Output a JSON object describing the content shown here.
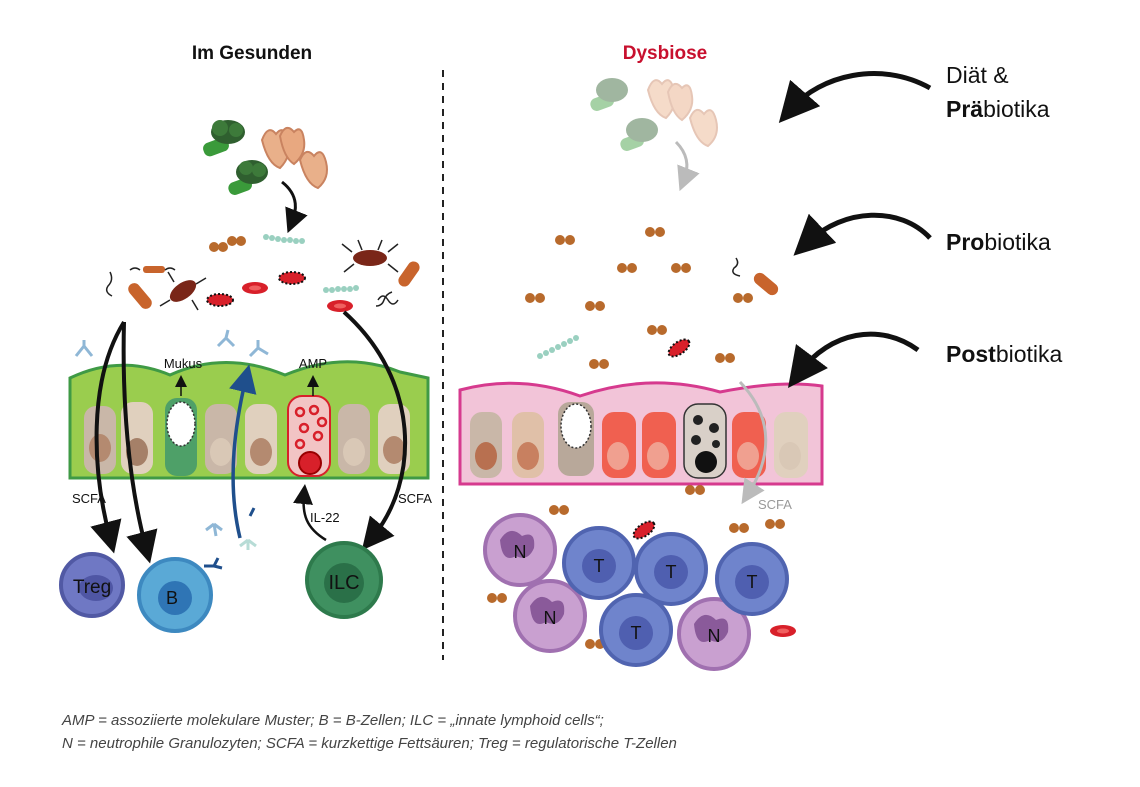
{
  "headings": {
    "healthy": "Im Gesunden",
    "dysbiosis": "Dysbiose"
  },
  "interventions": {
    "diet_line1": "Diät &",
    "diet_bold": "Prä",
    "diet_rest": "biotika",
    "pro_bold": "Pro",
    "pro_rest": "biotika",
    "post_bold": "Post",
    "post_rest": "biotika"
  },
  "labels": {
    "mucus": "Mukus",
    "amp": "AMP",
    "scfa": "SCFA",
    "il22": "IL-22"
  },
  "cells": {
    "treg": "Treg",
    "b": "B",
    "ilc": "ILC",
    "t": "T",
    "n": "N"
  },
  "legend": {
    "line1": "AMP = assoziierte molekulare Muster; B = B-Zellen; ILC = „innate lymphoid cells“;",
    "line2": "N = neutrophile Granulozyten; SCFA = kurzkettige Fettsäuren; Treg = regulatorische T-Zellen"
  },
  "colors": {
    "heading_dysbiosis": "#c8102e",
    "epithelium_healthy": "#9acd4e",
    "epithelium_dysbiosis": "#f2c4d8",
    "treg": "#6f78c4",
    "b_cell": "#5aa9d6",
    "ilc": "#3f9060",
    "t_cell": "#6f84cc",
    "neutrophil": "#c9a0d0"
  }
}
